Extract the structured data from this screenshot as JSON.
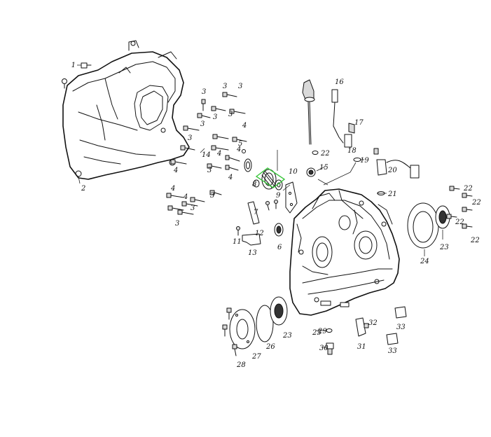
{
  "highlight": {
    "color": "#39c63b"
  },
  "callouts": [
    {
      "id": "c1",
      "text": "1"
    },
    {
      "id": "c2",
      "text": "2"
    },
    {
      "id": "c3a",
      "text": "3"
    },
    {
      "id": "c3b",
      "text": "3"
    },
    {
      "id": "c3c",
      "text": "3"
    },
    {
      "id": "c3d",
      "text": "3"
    },
    {
      "id": "c3e",
      "text": "3"
    },
    {
      "id": "c3f",
      "text": "3"
    },
    {
      "id": "c3g",
      "text": "3"
    },
    {
      "id": "c3h",
      "text": "3"
    },
    {
      "id": "c3i",
      "text": "3"
    },
    {
      "id": "c3j",
      "text": "3"
    },
    {
      "id": "c3k",
      "text": "3"
    },
    {
      "id": "c4a",
      "text": "4"
    },
    {
      "id": "c4b",
      "text": "4"
    },
    {
      "id": "c4c",
      "text": "4"
    },
    {
      "id": "c4d",
      "text": "4"
    },
    {
      "id": "c4e",
      "text": "4"
    },
    {
      "id": "c4f",
      "text": "4"
    },
    {
      "id": "c4g",
      "text": "4"
    },
    {
      "id": "c5",
      "text": "5"
    },
    {
      "id": "c6",
      "text": "6"
    },
    {
      "id": "c7",
      "text": "7"
    },
    {
      "id": "c8",
      "text": "8"
    },
    {
      "id": "c9",
      "text": "9"
    },
    {
      "id": "c10",
      "text": "10"
    },
    {
      "id": "c11",
      "text": "11"
    },
    {
      "id": "c12",
      "text": "12"
    },
    {
      "id": "c13",
      "text": "13"
    },
    {
      "id": "c14",
      "text": "14"
    },
    {
      "id": "c15",
      "text": "15"
    },
    {
      "id": "c16",
      "text": "16"
    },
    {
      "id": "c17",
      "text": "17"
    },
    {
      "id": "c18",
      "text": "18"
    },
    {
      "id": "c19",
      "text": "19"
    },
    {
      "id": "c20",
      "text": "20"
    },
    {
      "id": "c21",
      "text": "21"
    },
    {
      "id": "c22a",
      "text": "22"
    },
    {
      "id": "c22b",
      "text": "22"
    },
    {
      "id": "c22c",
      "text": "22"
    },
    {
      "id": "c22d",
      "text": "22"
    },
    {
      "id": "c22e",
      "text": "22"
    },
    {
      "id": "c23a",
      "text": "23"
    },
    {
      "id": "c23b",
      "text": "23"
    },
    {
      "id": "c24",
      "text": "24"
    },
    {
      "id": "c25",
      "text": "25"
    },
    {
      "id": "c26",
      "text": "26"
    },
    {
      "id": "c27",
      "text": "27"
    },
    {
      "id": "c28",
      "text": "28"
    },
    {
      "id": "c29",
      "text": "29"
    },
    {
      "id": "c30",
      "text": "30"
    },
    {
      "id": "c31",
      "text": "31"
    },
    {
      "id": "c32",
      "text": "32"
    },
    {
      "id": "c33a",
      "text": "33"
    },
    {
      "id": "c33b",
      "text": "33"
    }
  ]
}
